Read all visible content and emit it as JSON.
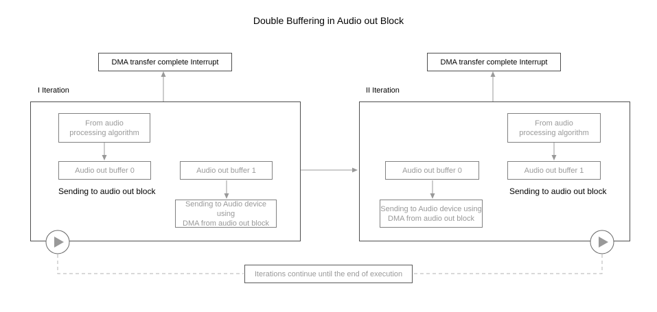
{
  "title": "Double Buffering in Audio out Block",
  "iterations": [
    {
      "label": "I Iteration",
      "interrupt_label": "DMA transfer complete Interrupt",
      "from_audio_label": "From audio\nprocessing algorithm",
      "buffer0_label": "Audio out buffer 0",
      "buffer1_label": "Audio out buffer 1",
      "sending_block_label": "Sending to audio out block",
      "sending_dma_label": "Sending to Audio device using\nDMA from audio out block"
    },
    {
      "label": "II Iteration",
      "interrupt_label": "DMA transfer complete Interrupt",
      "from_audio_label": "From audio\nprocessing algorithm",
      "buffer0_label": "Audio out buffer 0",
      "buffer1_label": "Audio out buffer 1",
      "sending_block_label": "Sending to audio out block",
      "sending_dma_label": "Sending to Audio device using\nDMA from audio out block"
    }
  ],
  "footer": {
    "label": "Iterations continue until the end of execution"
  },
  "icons": {
    "play": "▶"
  },
  "colors": {
    "border_dark": "#4d4d4d",
    "border_inner": "#808080",
    "text_gray": "#999999",
    "arrow_gray": "#999999",
    "dashed_gray": "#b3b3b3",
    "circle_border": "#666666"
  }
}
